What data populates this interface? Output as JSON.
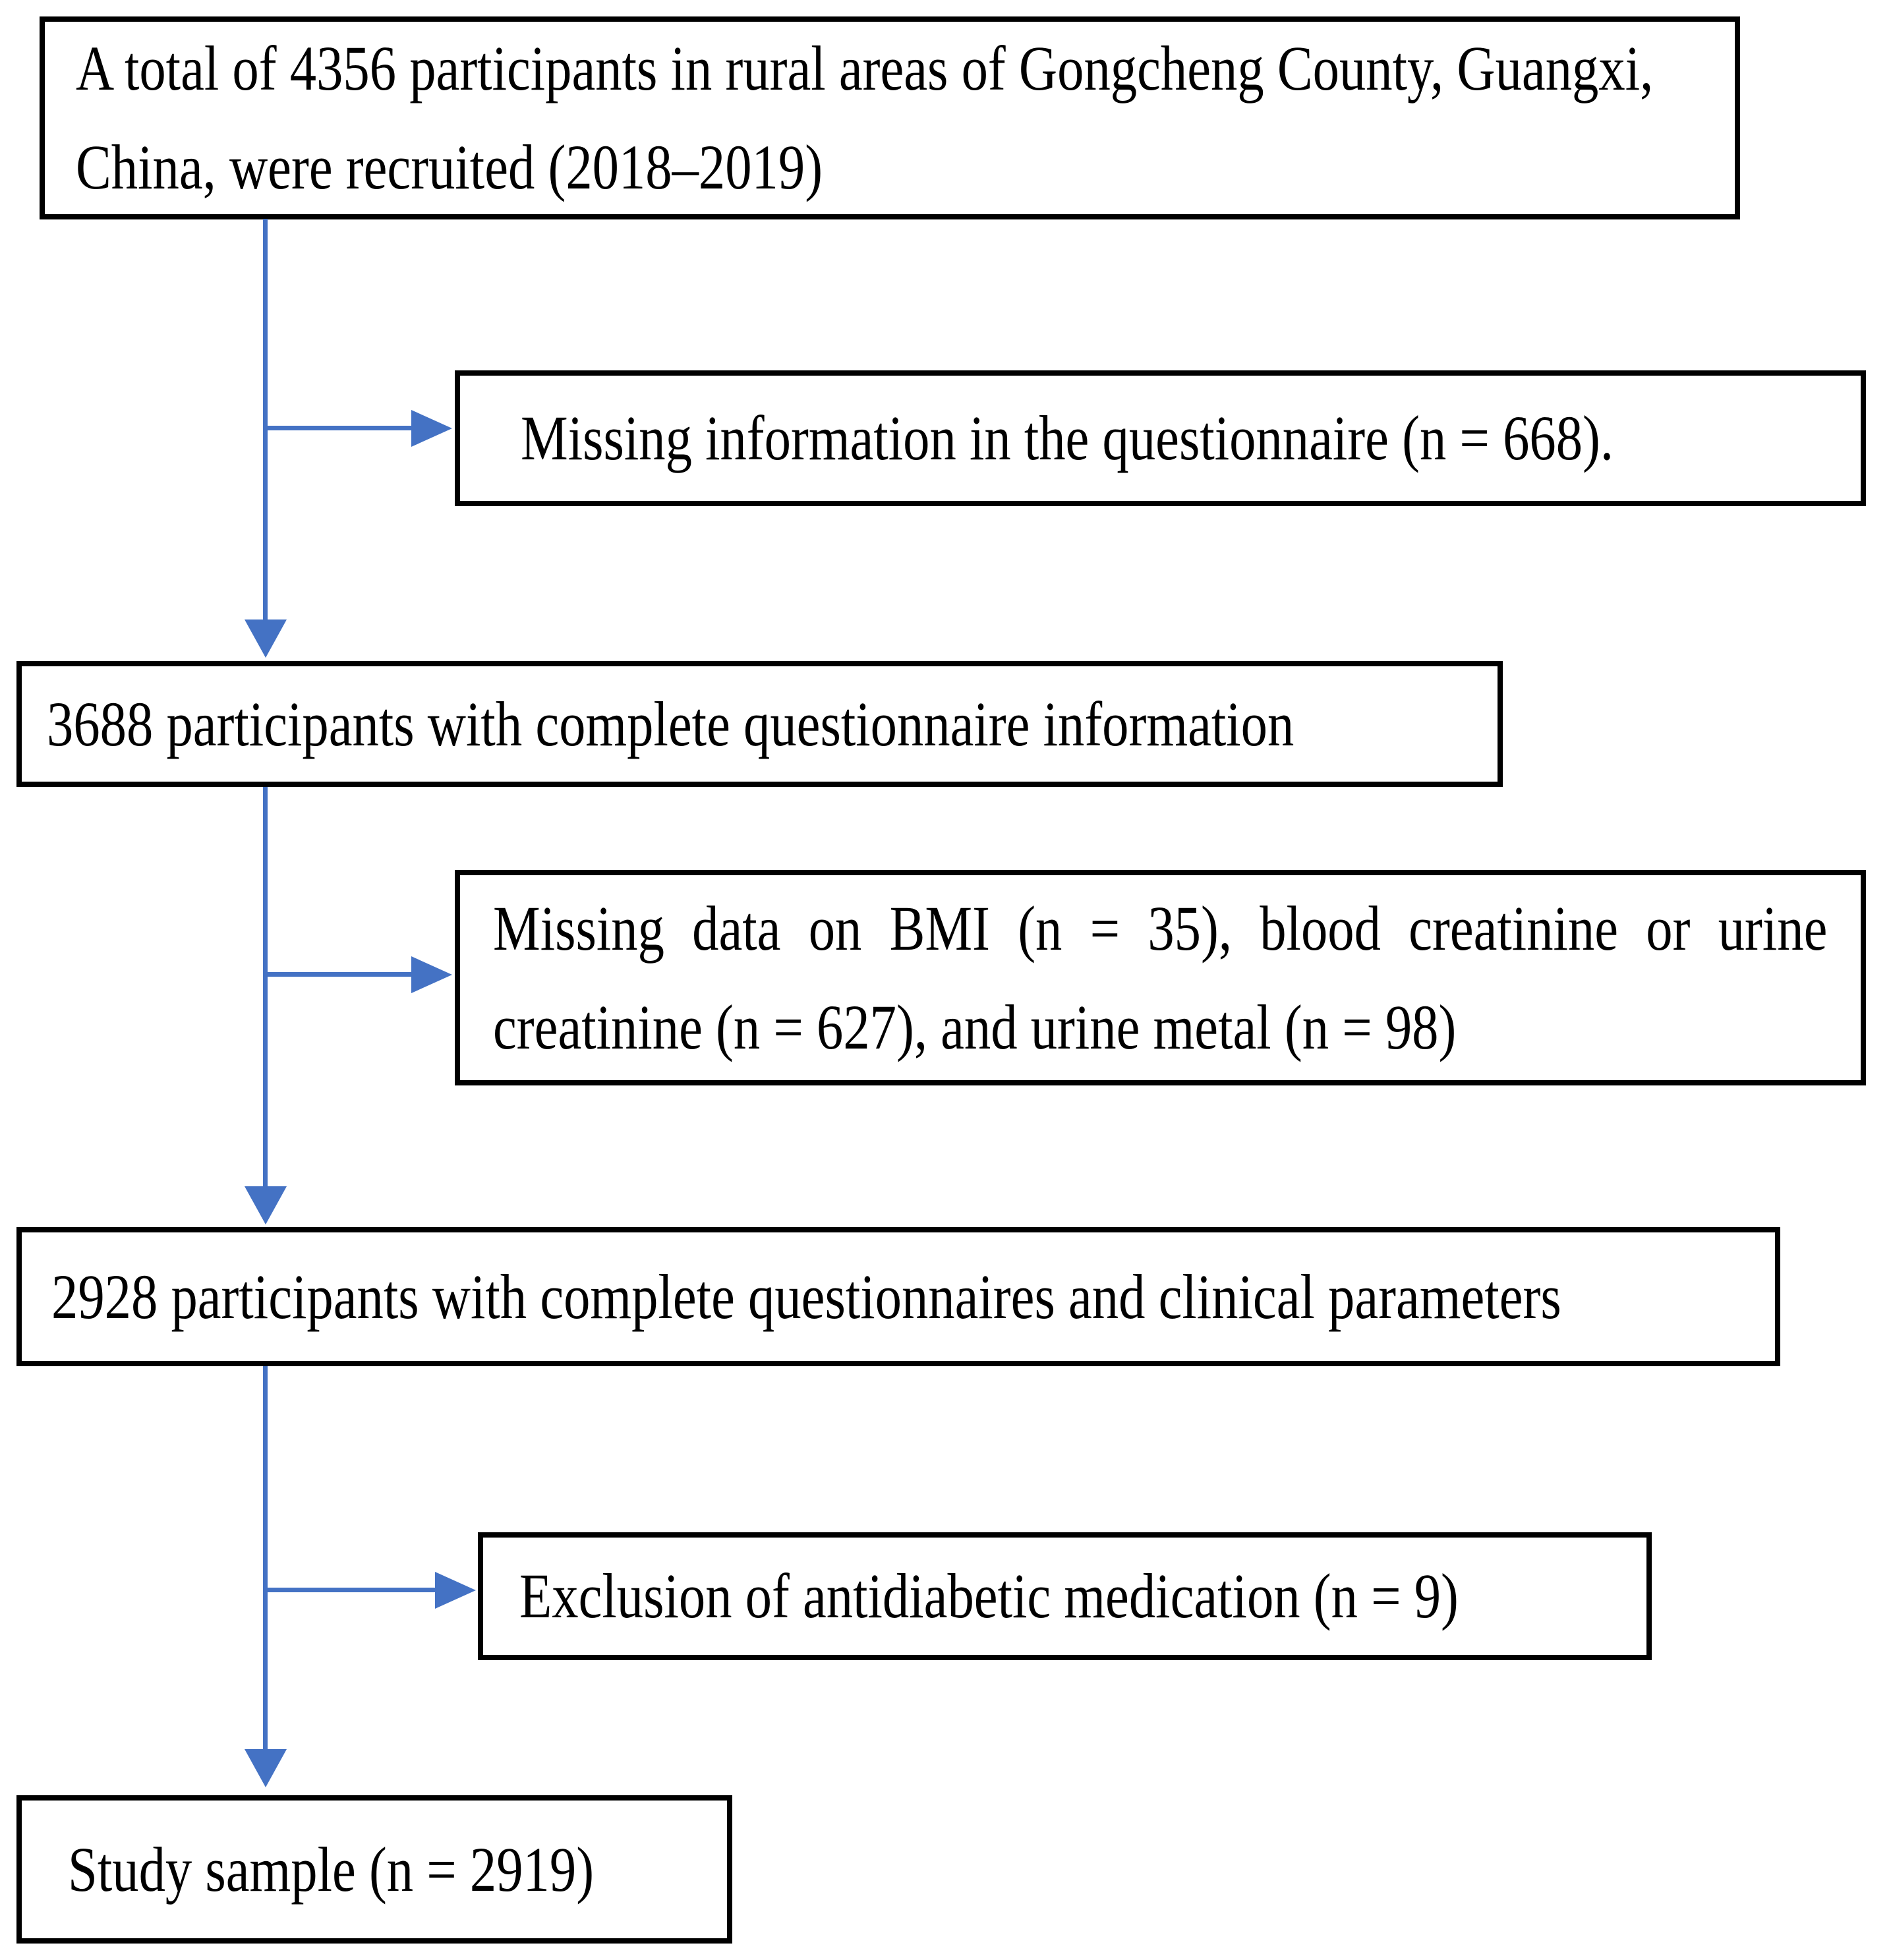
{
  "figure": {
    "type": "flowchart",
    "background_color": "#ffffff",
    "box_border_color": "#000000",
    "text_color": "#000000",
    "arrow_color": "#4472C4",
    "boxes": [
      {
        "id": "recruited",
        "lines": [
          "A total of 4356 participants in rural areas of Gongcheng County, Guangxi,",
          "China, were recruited (2018–2019)"
        ],
        "text": "A total of 4356 participants in rural areas of Gongcheng County, Guangxi, China, were recruited (2018–2019)"
      },
      {
        "id": "missing-questionnaire",
        "text": "Missing information in the questionnaire (n = 668)."
      },
      {
        "id": "complete-questionnaire",
        "text": "3688 participants with complete questionnaire information"
      },
      {
        "id": "missing-clinical-data",
        "lines": [
          "Missing data on BMI (n = 35), blood creatinine or urine",
          "creatinine (n = 627), and urine metal (n = 98)"
        ],
        "text": "Missing data on BMI (n = 35), blood creatinine or urine creatinine (n = 627), and urine metal (n = 98)"
      },
      {
        "id": "complete-clinical",
        "text": "2928 participants with complete questionnaires and clinical parameters"
      },
      {
        "id": "exclusion-antidiabetic",
        "text": "Exclusion of antidiabetic medication (n = 9)"
      },
      {
        "id": "study-sample",
        "text": "Study sample (n = 2919)"
      }
    ],
    "arrows": [
      {
        "from": "recruited",
        "to": "complete-questionnaire",
        "branch_to": "missing-questionnaire"
      },
      {
        "from": "complete-questionnaire",
        "to": "complete-clinical",
        "branch_to": "missing-clinical-data"
      },
      {
        "from": "complete-clinical",
        "to": "study-sample",
        "branch_to": "exclusion-antidiabetic"
      }
    ]
  }
}
